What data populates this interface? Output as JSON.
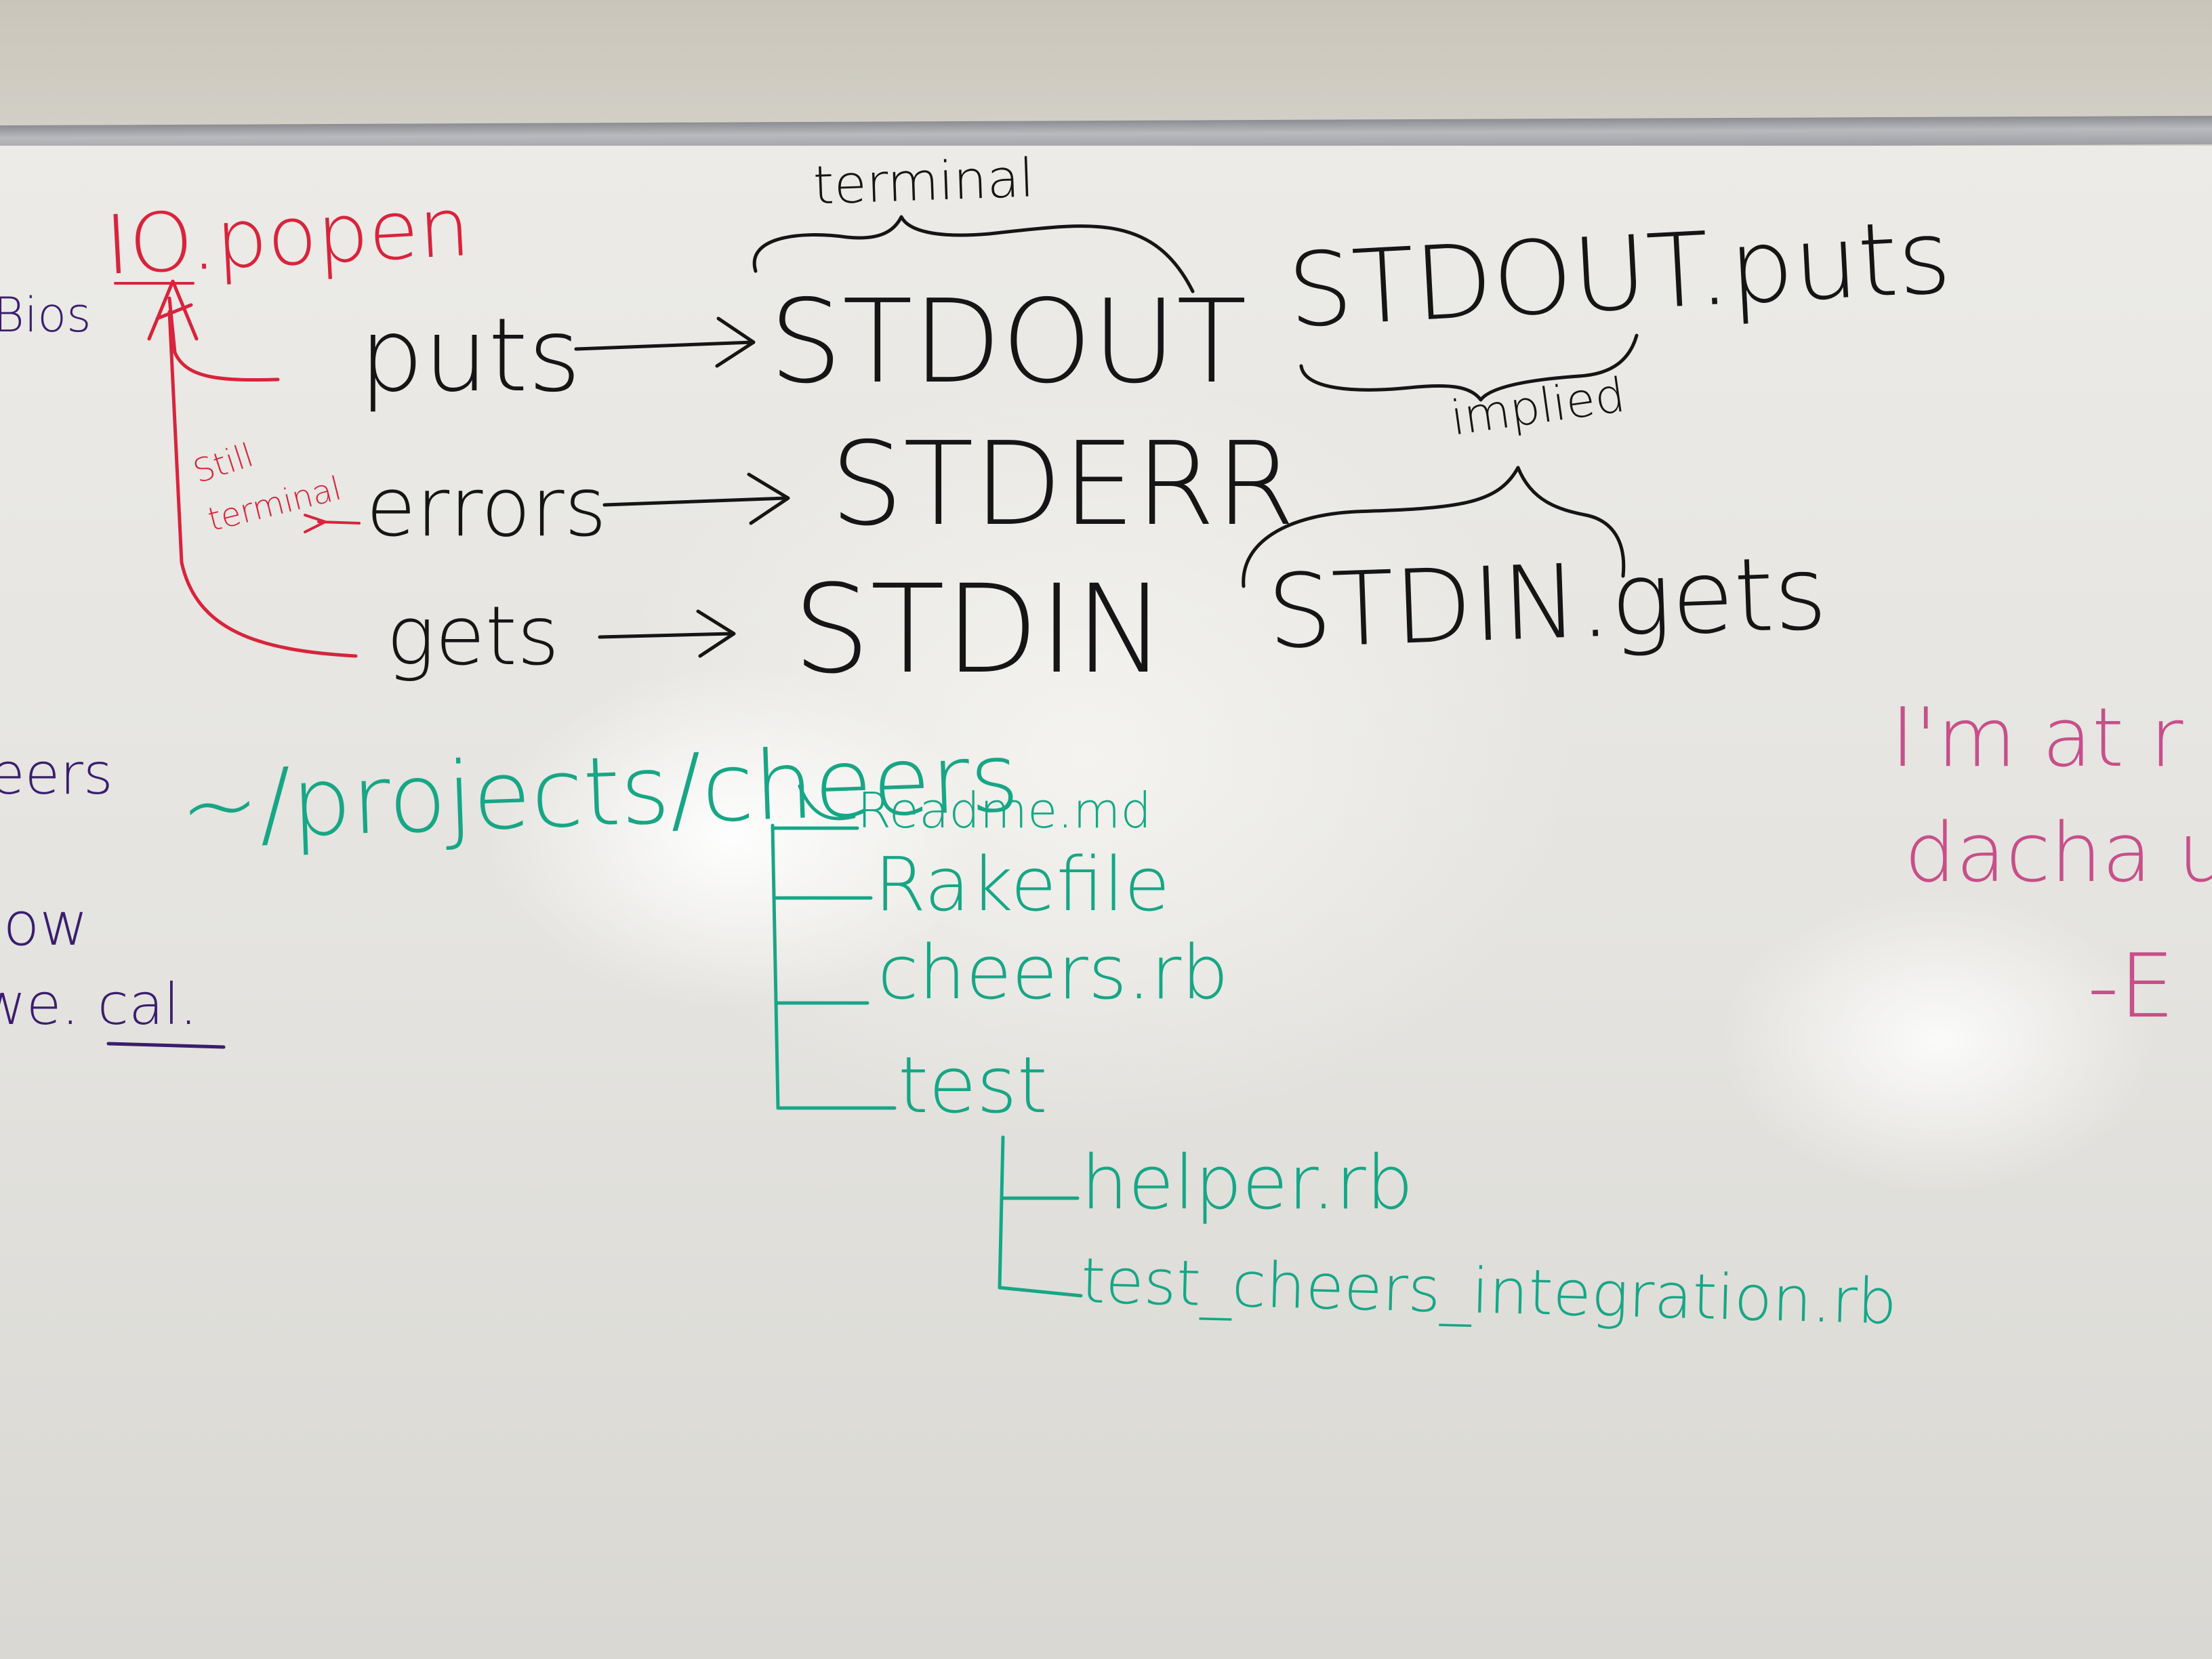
{
  "board": {
    "io_popen": "IO.popen",
    "terminal": "terminal",
    "puts": "puts",
    "stdout": "STDOUT",
    "stdout_puts": "STDOUT.puts",
    "implied": "implied",
    "still_terminal_line1": "Still",
    "still_terminal_line2": "terminal",
    "errors": "errors",
    "stderr": "STDERR",
    "gets": "gets",
    "stdin": "STDIN",
    "stdin_gets": "STDIN.gets",
    "project_path": "~/projects/cheers",
    "tree": {
      "readme": "Readme.md",
      "rakefile": "Rakefile",
      "cheers_rb": "cheers.rb",
      "test_dir": "test",
      "helper": "helper.rb",
      "integration": "test_cheers_integration.rb"
    },
    "left_fragments": {
      "bios": "Bios",
      "eers": "eers",
      "low": "low",
      "we_cal": "we. cal."
    },
    "right_note": {
      "line1": "I'm at r",
      "line2": "dacha un",
      "line3": "-E"
    }
  },
  "colors": {
    "black_marker": "#151515",
    "red_marker": "#d8243c",
    "teal_marker": "#17a686",
    "purple_marker": "#3a1d6e",
    "pink_marker": "#c74f8a"
  }
}
